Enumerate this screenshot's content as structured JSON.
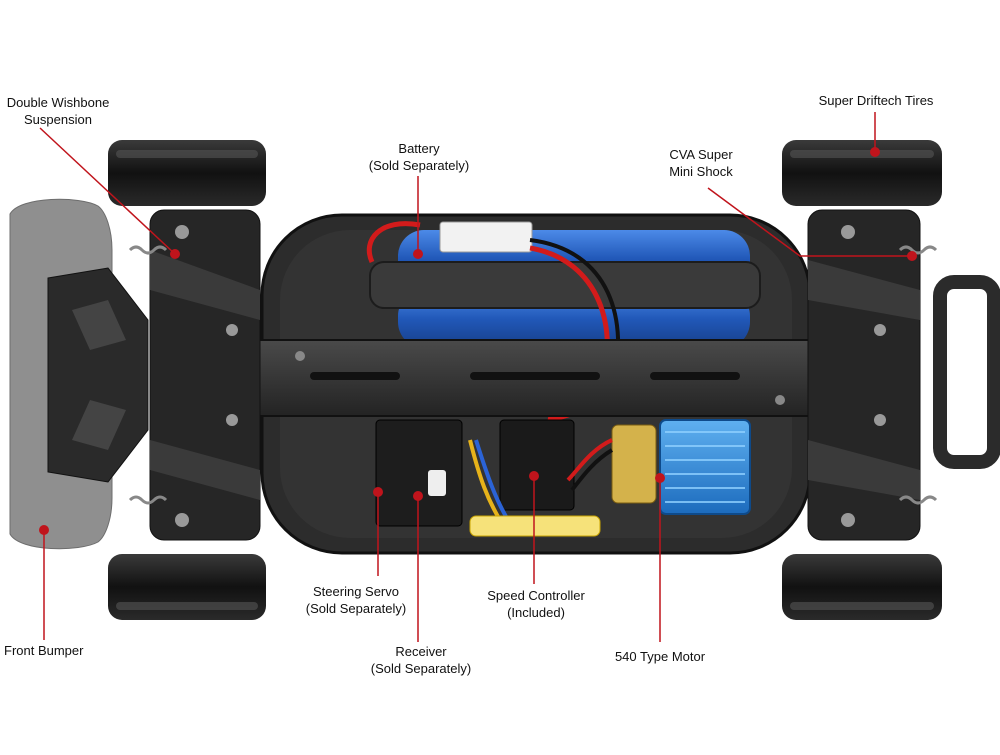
{
  "labels": {
    "double_wishbone": [
      "Double Wishbone",
      "Suspension"
    ],
    "battery": [
      "Battery",
      "(Sold Separately)"
    ],
    "super_driftech": [
      "Super Driftech Tires"
    ],
    "cva_shock": [
      "CVA Super",
      "Mini Shock"
    ],
    "steering_servo": [
      "Steering Servo",
      "(Sold Separately)"
    ],
    "speed_controller": [
      "Speed Controller",
      "(Included)"
    ],
    "receiver": [
      "Receiver",
      "(Sold Separately)"
    ],
    "front_bumper": [
      "Front Bumper"
    ],
    "motor_540": [
      "540 Type Motor"
    ]
  },
  "colors": {
    "leader_line": "#c0141c",
    "leader_dot": "#c0141c",
    "battery_blue": "#2f6fd0",
    "motor_blue": "#2a83d8",
    "chassis_dark": "#2a2a2a",
    "bumper_grey": "#8f8f8f"
  },
  "icons": {
    "chassis": "rc-car-chassis-illustration",
    "leader": "leader-line-with-dot"
  }
}
